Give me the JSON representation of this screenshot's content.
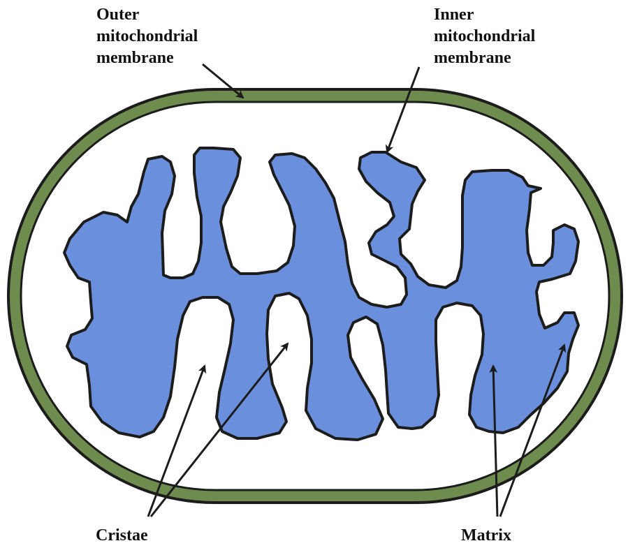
{
  "labels": {
    "outer_membrane": [
      "Outer",
      "mitochondrial",
      "membrane"
    ],
    "inner_membrane": [
      "Inner",
      "mitochondrial",
      "membrane"
    ],
    "cristae": "Cristae",
    "matrix": "Matrix"
  },
  "colors": {
    "outer_membrane_fill": "#6e8c4e",
    "membrane_outline": "#1c1c1c",
    "matrix_fill": "#6a8fdc",
    "background": "#ffffff"
  }
}
